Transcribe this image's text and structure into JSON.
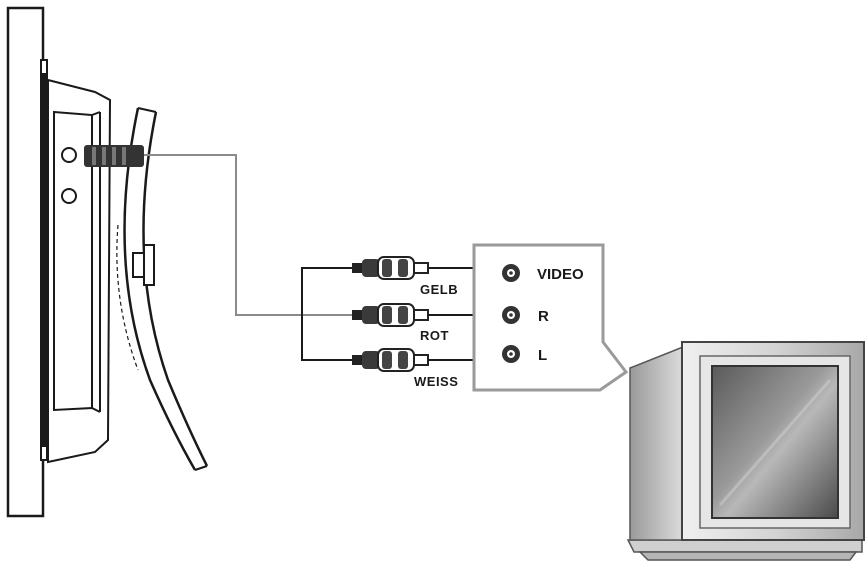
{
  "jacks": {
    "video": "VIDEO",
    "right": "R",
    "left": "L"
  },
  "plugs": {
    "yellow": "GELB",
    "red": "ROT",
    "white": "WEISS"
  },
  "icons": [
    "device-side-view",
    "rca-plug",
    "rca-jack",
    "television"
  ],
  "colors": {
    "line": "#1a1a1a",
    "panel_border": "#9a9a9a",
    "cable": "#8a8a8a"
  }
}
